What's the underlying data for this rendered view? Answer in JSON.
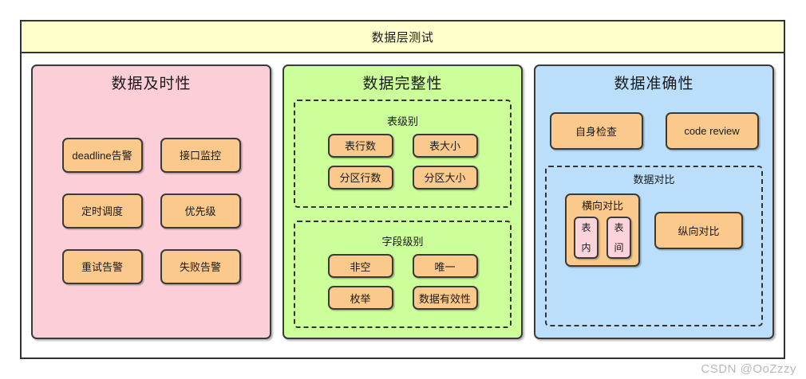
{
  "diagram": {
    "title": "数据层测试",
    "watermark": "CSDN @OoZzzy",
    "colors": {
      "title_bar": "#FFFFCC",
      "timeliness_panel": "#FCCED7",
      "integrity_panel": "#CCFF99",
      "accuracy_panel": "#BBDEFB",
      "node": "#FCC98C",
      "sub_node": "#FCD3DB",
      "border": "#333333"
    },
    "panels": {
      "timeliness": {
        "title": "数据及时性",
        "nodes": [
          "deadline告警",
          "接口监控",
          "定时调度",
          "优先级",
          "重试告警",
          "失败告警"
        ]
      },
      "integrity": {
        "title": "数据完整性",
        "groups": [
          {
            "title": "表级别",
            "nodes": [
              "表行数",
              "表大小",
              "分区行数",
              "分区大小"
            ]
          },
          {
            "title": "字段级别",
            "nodes": [
              "非空",
              "唯一",
              "枚举",
              "数据有效性"
            ]
          }
        ]
      },
      "accuracy": {
        "title": "数据准确性",
        "nodes": [
          "自身检查",
          "code review"
        ],
        "group": {
          "title": "数据对比",
          "horizontal": {
            "label": "横向对比",
            "items": [
              {
                "chars": [
                  "表",
                  "内"
                ]
              },
              {
                "chars": [
                  "表",
                  "间"
                ]
              }
            ]
          },
          "vertical": "纵向对比"
        }
      }
    }
  }
}
